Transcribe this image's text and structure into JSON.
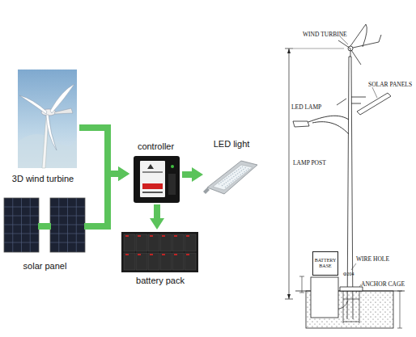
{
  "diagram": {
    "nodes": [
      {
        "text": [
          "3D wind turbine"
        ]
      },
      {
        "text": [
          "solar panel"
        ]
      },
      {
        "text": [
          "controller"
        ]
      },
      {
        "text": [
          "LED light"
        ]
      },
      {
        "text": [
          "battery pack"
        ]
      },
      {
        "text": [
          "BATTERY BASE"
        ]
      }
    ],
    "edges": [
      {
        "from": 0,
        "to": 2,
        "arrow": "to"
      },
      {
        "from": 1,
        "to": 2,
        "arrow": "to"
      },
      {
        "from": 2,
        "to": 3,
        "arrow": "to"
      },
      {
        "from": 2,
        "to": 4,
        "arrow": "to"
      }
    ],
    "labels": [
      "WIND TURBINE",
      "SOLAR PANELS",
      "LED LAMP",
      "LAMP POST",
      "WIRE HOLE",
      "Φ204",
      "ANCHOR CAGE"
    ]
  }
}
